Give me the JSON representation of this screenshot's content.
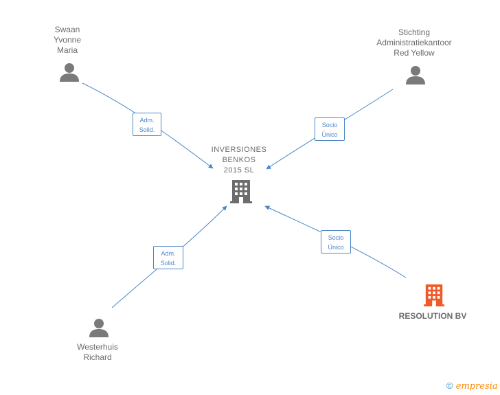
{
  "center": {
    "lines": [
      "INVERSIONES",
      "BENKOS",
      "2015  SL"
    ]
  },
  "persons": [
    {
      "id": "swaan",
      "lines": [
        "Swaan",
        "Yvonne",
        "Maria"
      ]
    },
    {
      "id": "stichting",
      "lines": [
        "Stichting",
        "Administratiekantoor",
        "Red Yellow"
      ]
    },
    {
      "id": "westerhuis",
      "lines": [
        "Westerhuis",
        "Richard"
      ]
    }
  ],
  "companies": [
    {
      "id": "resolution",
      "label": "RESOLUTION BV"
    }
  ],
  "relations": [
    {
      "id": "rel-swaan",
      "lines": [
        "Adm.",
        "Solid."
      ]
    },
    {
      "id": "rel-stichting",
      "lines": [
        "Socio",
        "Único"
      ]
    },
    {
      "id": "rel-westerhuis",
      "lines": [
        "Adm.",
        "Solid."
      ]
    },
    {
      "id": "rel-resolution",
      "lines": [
        "Socio",
        "Único"
      ]
    }
  ],
  "colors": {
    "edge": "#4a86c8",
    "person_icon": "#7a7a7a",
    "center_icon": "#6d6d6d",
    "company_icon": "#f05a28"
  },
  "watermark": {
    "copyright": "©",
    "brand": "mpresia",
    "brand_initial": "e"
  }
}
